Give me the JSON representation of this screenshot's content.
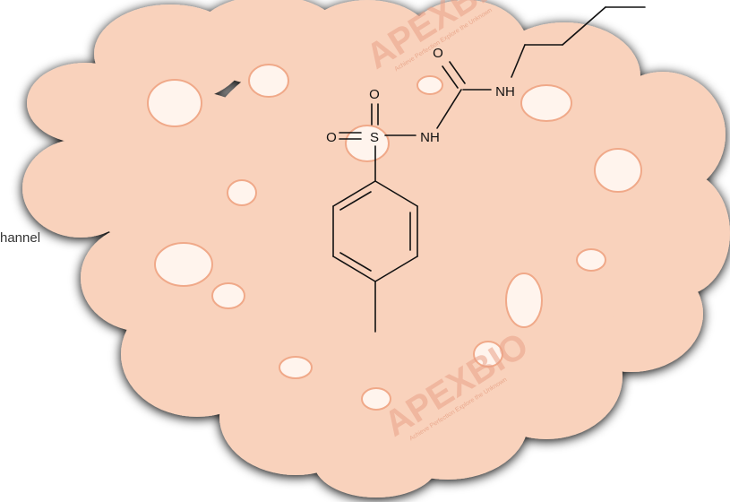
{
  "side_label": "hannel",
  "molecule": {
    "atoms": {
      "o_top": "O",
      "o_left": "O",
      "sulfur": "S",
      "nh_sulfonyl": "NH",
      "o_carbonyl": "O",
      "nh_amide": "NH"
    }
  },
  "watermark": {
    "brand": "APEXBIO",
    "tagline": "Achieve Perfection  Explore the Unknown"
  },
  "colors": {
    "protein_fill": "#f9d2bc",
    "protein_edge": "#f0a989",
    "protein_hole": "#fff4ed",
    "bond": "#111111",
    "watermark": "#e9a186"
  }
}
